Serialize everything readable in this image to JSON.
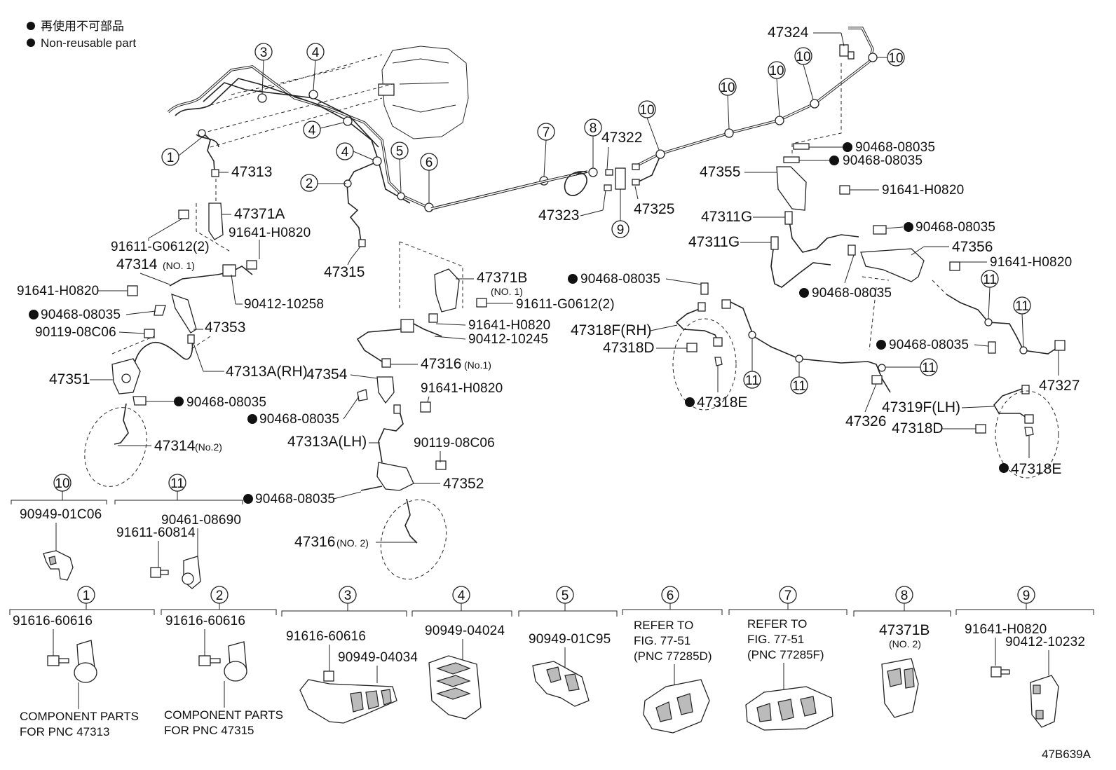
{
  "legend": {
    "ja": "再使用不可部品",
    "en": "Non-reusable part"
  },
  "drawing_id": "47B639A",
  "callouts": [
    "1",
    "2",
    "3",
    "4",
    "4",
    "4",
    "5",
    "6",
    "7",
    "8",
    "9",
    "10",
    "10",
    "10",
    "10",
    "10",
    "11",
    "11",
    "11",
    "11",
    "11"
  ],
  "parts": {
    "p47324": "47324",
    "p47313": "47313",
    "p47371A": "47371A",
    "p91611_G0612_2_a": "91611-G0612(2)",
    "p91641_H0820_a": "91641-H0820",
    "p47314_no1": "47314",
    "p47314_no1_suffix": "(NO. 1)",
    "p91641_H0820_b": "91641-H0820",
    "p90412_10258": "90412-10258",
    "p90468_08035_a": "90468-08035",
    "p90119_08C06_a": "90119-08C06",
    "p47353": "47353",
    "p47313A_RH": "47313A(RH)",
    "p47351": "47351",
    "p47354": "47354",
    "p90468_08035_b": "90468-08035",
    "p47314_no2": "47314",
    "p47314_no2_suffix": "(No.2)",
    "p47315": "47315",
    "p47371B_no1": "47371B",
    "p47371B_no1_suffix": "(NO. 1)",
    "p91611_G0612_2_b": "91611-G0612(2)",
    "p91641_H0820_c": "91641-H0820",
    "p90412_10245": "90412-10245",
    "p47316_no1": "47316",
    "p47316_no1_suffix": "(No.1)",
    "p91641_H0820_d": "91641-H0820",
    "p90468_08035_c": "90468-08035",
    "p47313A_LH": "47313A(LH)",
    "p90119_08C06_b": "90119-08C06",
    "p47352": "47352",
    "p90468_08035_d": "90468-08035",
    "p47316_no2": "47316",
    "p47316_no2_suffix": "(NO. 2)",
    "p47322": "47322",
    "p47323": "47323",
    "p47325": "47325",
    "p90468_08035_e": "90468-08035",
    "p90468_08035_f": "90468-08035",
    "p47355": "47355",
    "p91641_H0820_e": "91641-H0820",
    "p47311G_a": "47311G",
    "p47311G_b": "47311G",
    "p90468_08035_g": "90468-08035",
    "p47356": "47356",
    "p91641_H0820_f": "91641-H0820",
    "p90468_08035_h": "90468-08035",
    "p90468_08035_i": "90468-08035",
    "p47318F_RH": "47318F(RH)",
    "p47318D_a": "47318D",
    "p47318E_a": "47318E",
    "p90468_08035_j": "90468-08035",
    "p47327": "47327",
    "p47326": "47326",
    "p47319F_LH": "47319F(LH)",
    "p47318D_b": "47318D",
    "p47318E_b": "47318E"
  },
  "clamp_details": [
    {
      "num": "10",
      "parts": [
        "90949-01C06"
      ]
    },
    {
      "num": "11",
      "parts": [
        "90461-08690",
        "91611-60814"
      ]
    },
    {
      "num": "1",
      "parts": [
        "91616-60616"
      ],
      "note": [
        "COMPONENT PARTS",
        "FOR PNC 47313"
      ]
    },
    {
      "num": "2",
      "parts": [
        "91616-60616"
      ],
      "note": [
        "COMPONENT PARTS",
        "FOR PNC 47315"
      ]
    },
    {
      "num": "3",
      "parts": [
        "91616-60616",
        "90949-04034"
      ]
    },
    {
      "num": "4",
      "parts": [
        "90949-04024"
      ]
    },
    {
      "num": "5",
      "parts": [
        "90949-01C95"
      ]
    },
    {
      "num": "6",
      "note": [
        "REFER TO",
        "FIG. 77-51",
        "(PNC 77285D)"
      ]
    },
    {
      "num": "7",
      "note": [
        "REFER TO",
        "FIG. 77-51",
        "(PNC 77285F)"
      ]
    },
    {
      "num": "8",
      "parts": [
        "47371B",
        "(NO. 2)"
      ]
    },
    {
      "num": "9",
      "parts": [
        "91641-H0820",
        "90412-10232"
      ]
    }
  ]
}
